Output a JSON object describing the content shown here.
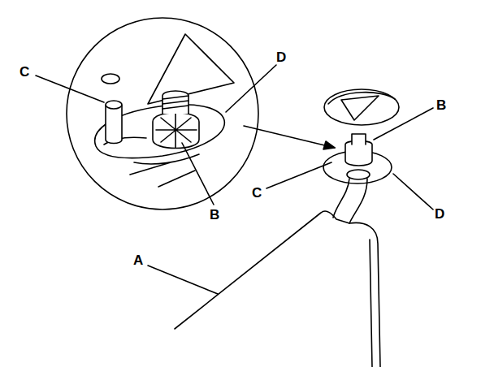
{
  "diagram": {
    "labels": [
      "C",
      "D",
      "B",
      "C",
      "B",
      "D",
      "A"
    ]
  }
}
